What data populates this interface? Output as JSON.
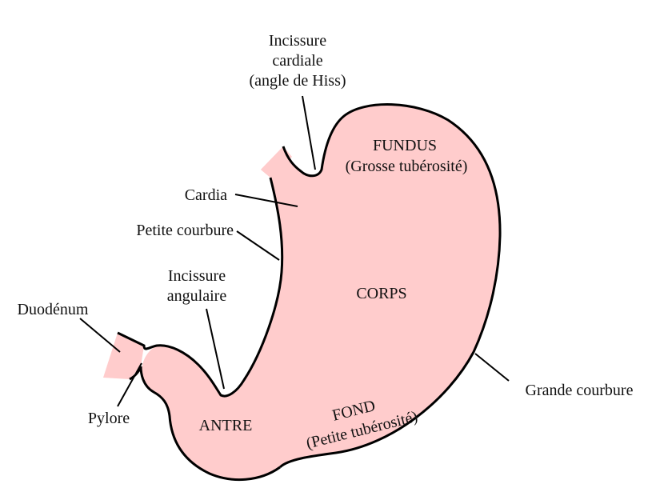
{
  "colors": {
    "organ_fill": "#ffcccc",
    "outline": "#000000",
    "leader": "#000000",
    "text": "#111111"
  },
  "labels": {
    "incissure_cardiale_1": "Incissure",
    "incissure_cardiale_2": "cardiale",
    "incissure_cardiale_3": "(angle de Hiss)",
    "fundus": "FUNDUS",
    "fundus_sub": "(Grosse tubérosité)",
    "cardia": "Cardia",
    "petite_courbure": "Petite courbure",
    "incissure_angulaire_1": "Incissure",
    "incissure_angulaire_2": "angulaire",
    "corps": "CORPS",
    "duodenum": "Duodénum",
    "pylore": "Pylore",
    "antre": "ANTRE",
    "fond": "FOND",
    "fond_sub": "(Petite tubérosité)",
    "grande_courbure": "Grande courbure"
  }
}
